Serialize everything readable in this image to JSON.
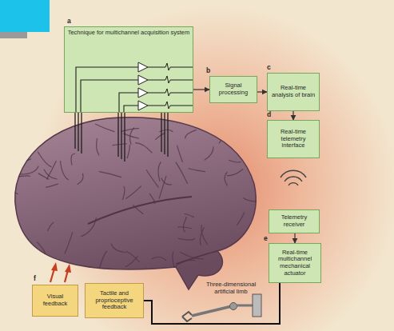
{
  "diagram": {
    "nodes": [
      {
        "text": [
          "Technique for multichannel acquisition system"
        ]
      },
      {
        "text": [
          "Signal processing"
        ]
      },
      {
        "text": [
          "Real-time analysis of brain"
        ]
      },
      {
        "text": [
          "Real-time telemetry interface"
        ]
      },
      {
        "text": [
          "Telemetry receiver"
        ]
      },
      {
        "text": [
          "Real-time multichannel mechanical actuator"
        ]
      },
      {
        "text": [
          "Visual feedback"
        ]
      },
      {
        "text": [
          "Tactile and proprioceptive feedback"
        ]
      }
    ],
    "edges": [
      {
        "from": 0,
        "to": 1,
        "arrow": "to"
      },
      {
        "from": 1,
        "to": 2,
        "arrow": "to"
      },
      {
        "from": 2,
        "to": 3,
        "arrow": "to"
      },
      {
        "from": 4,
        "to": 5,
        "arrow": "to"
      },
      {
        "from": 5,
        "to": 7,
        "arrow": "none"
      }
    ],
    "labels": [
      "a",
      "b",
      "c",
      "d",
      "e",
      "f",
      "Three-dimensional artificial limb"
    ]
  }
}
